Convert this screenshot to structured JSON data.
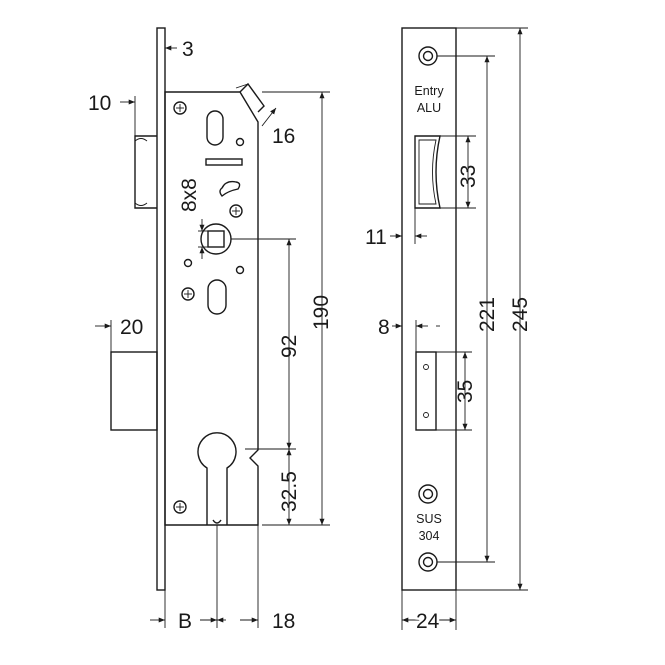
{
  "dimensions": {
    "faceplate_thickness": "3",
    "faceplate_offset_top": "10",
    "latch_angle": "16",
    "square_spindle": "8x8",
    "faceplate_offset_mid": "20",
    "lock_height": "190",
    "spindle_to_cylinder": "92",
    "cylinder_to_bottom": "32.5",
    "backset": "B",
    "body_bottom_offset": "18",
    "front_latch_offset": "11",
    "latch_window": "33",
    "front_bolt_offset": "8",
    "bolt_window": "35",
    "screw_spacing": "221",
    "faceplate_length": "245",
    "faceplate_width": "24"
  },
  "labels": {
    "entry_line1": "Entry",
    "entry_line2": "ALU",
    "material_line1": "SUS",
    "material_line2": "304"
  }
}
